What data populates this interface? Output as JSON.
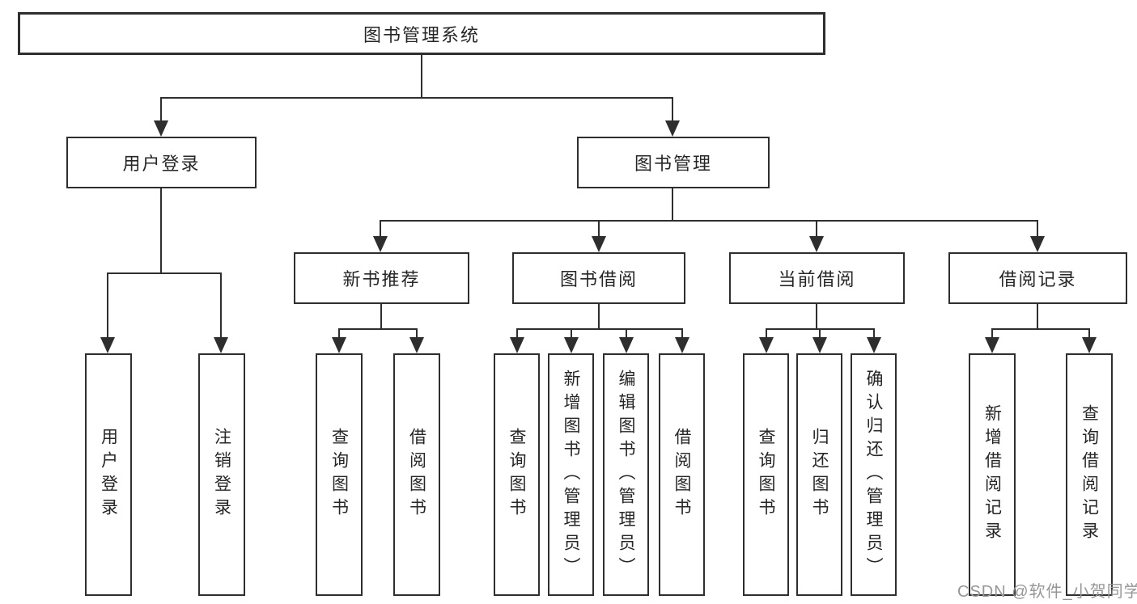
{
  "diagram": {
    "root": {
      "label": "图书管理系统"
    },
    "level2": {
      "user_login": {
        "label": "用户登录"
      },
      "book_management": {
        "label": "图书管理"
      }
    },
    "level3": {
      "new_book_recommend": {
        "label": "新书推荐"
      },
      "book_borrow": {
        "label": "图书借阅"
      },
      "current_borrow": {
        "label": "当前借阅"
      },
      "borrow_records": {
        "label": "借阅记录"
      }
    },
    "leaves": {
      "login": {
        "label": "用户登录"
      },
      "logout": {
        "label": "注销登录"
      },
      "recommend_query_books": {
        "label": "查询图书"
      },
      "recommend_borrow_books": {
        "label": "借阅图书"
      },
      "borrow_query_books": {
        "label": "查询图书"
      },
      "borrow_add_books": {
        "label": "新增图书（管理员）"
      },
      "borrow_edit_books": {
        "label": "编辑图书（管理员）"
      },
      "borrow_borrow_books": {
        "label": "借阅图书"
      },
      "current_query_books": {
        "label": "查询图书"
      },
      "current_return_books": {
        "label": "归还图书"
      },
      "current_confirm_return": {
        "label": "确认归还（管理员）"
      },
      "records_add_record": {
        "label": "新增借阅记录"
      },
      "records_query_record": {
        "label": "查询借阅记录"
      }
    },
    "watermark": "CSDN @软件_小贺同学",
    "colors": {
      "line": "#2e2e2e",
      "text": "#262626",
      "watermark": "#969696",
      "background": "#ffffff"
    }
  }
}
